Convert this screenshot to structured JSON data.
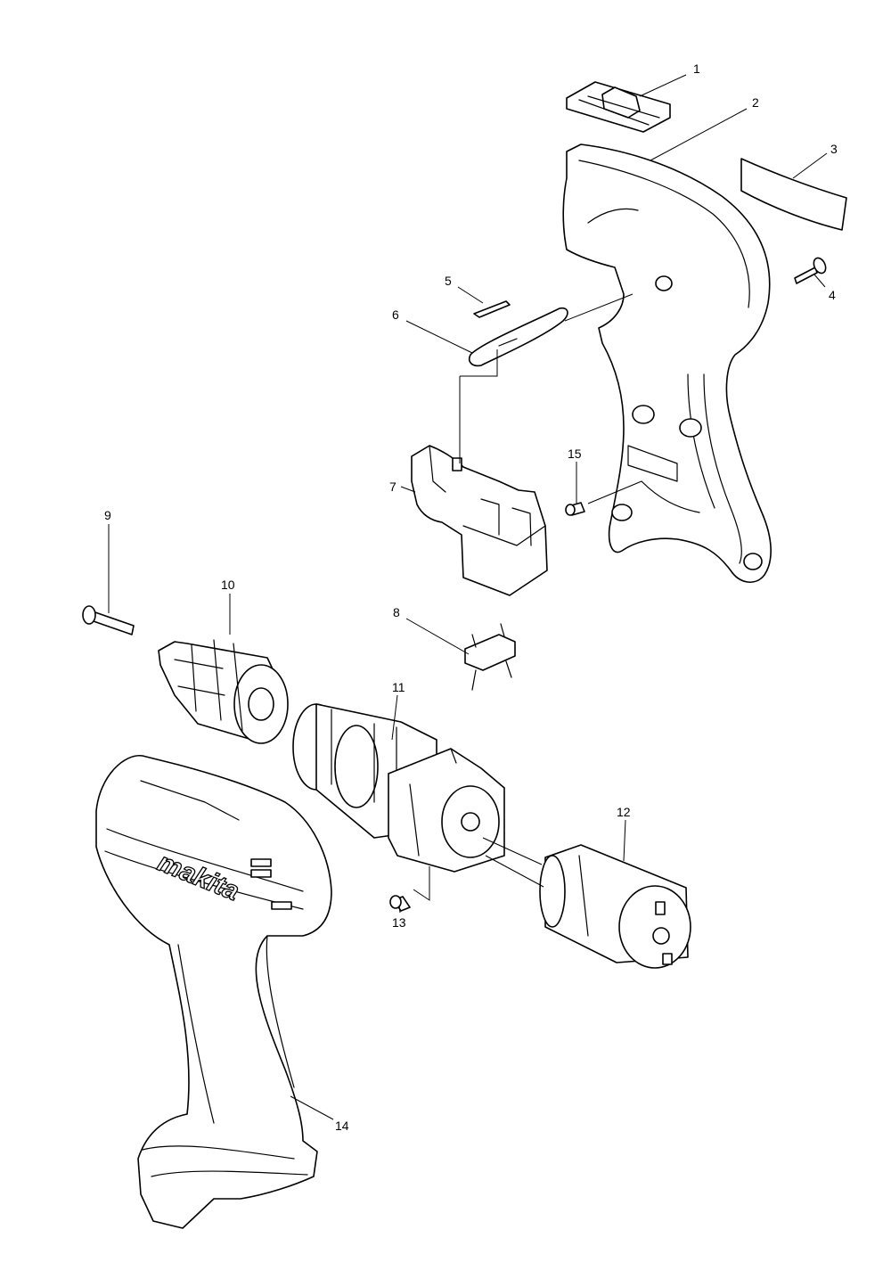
{
  "callouts": [
    {
      "id": "1",
      "label": "1"
    },
    {
      "id": "2",
      "label": "2"
    },
    {
      "id": "3",
      "label": "3"
    },
    {
      "id": "4",
      "label": "4"
    },
    {
      "id": "5",
      "label": "5"
    },
    {
      "id": "6",
      "label": "6"
    },
    {
      "id": "7",
      "label": "7"
    },
    {
      "id": "8",
      "label": "8"
    },
    {
      "id": "9",
      "label": "9"
    },
    {
      "id": "10",
      "label": "10"
    },
    {
      "id": "11",
      "label": "11"
    },
    {
      "id": "12",
      "label": "12"
    },
    {
      "id": "13",
      "label": "13"
    },
    {
      "id": "14",
      "label": "14"
    },
    {
      "id": "15",
      "label": "15"
    }
  ],
  "brand": {
    "logo_text": "makita"
  },
  "colors": {
    "line": "#000000",
    "background": "#ffffff"
  }
}
